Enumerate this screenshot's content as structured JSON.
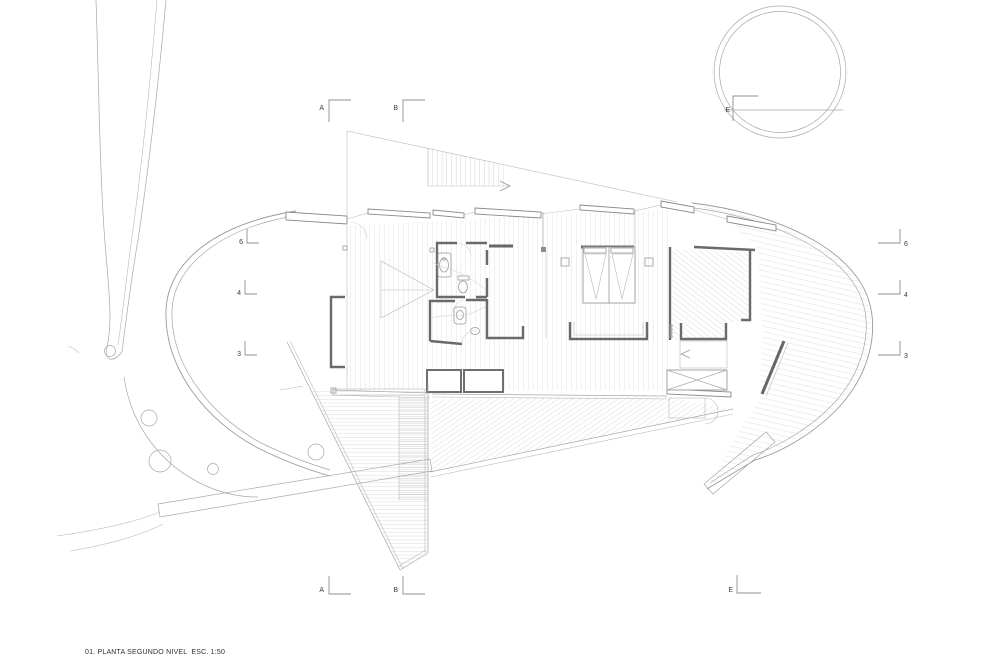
{
  "caption": "01. PLANTA SEGUNDO NIVEL  ESC. 1:50",
  "colors": {
    "background": "#ffffff",
    "line_light": "#c8c8c8",
    "line_medium": "#9a9a9a",
    "wall_dark": "#666666",
    "text": "#3c3c3c"
  },
  "labels": {
    "section_a_top": "A",
    "section_b_top": "B",
    "section_e_top": "E",
    "section_a_bottom": "A",
    "section_b_bottom": "B",
    "section_e_bottom": "E",
    "grid_6_left": "6",
    "grid_4_left": "4",
    "grid_3_left": "3",
    "grid_6_right": "6",
    "grid_4_right": "4",
    "grid_3_right": "3"
  }
}
